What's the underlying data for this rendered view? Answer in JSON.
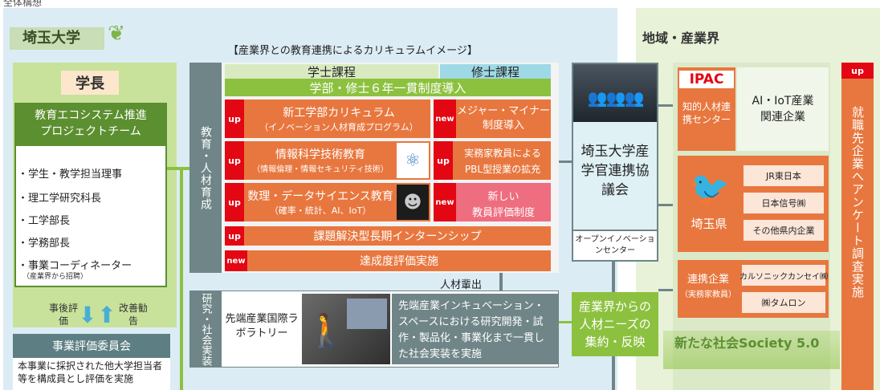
{
  "top_label": "全体構想",
  "university": {
    "name": "埼玉大学",
    "president": "学長",
    "team": "教育エコシステム推進プロジェクトチーム",
    "members": [
      "・学生・教学担当理事",
      "・理工学研究科長",
      "・工学部長",
      "・学務部長",
      "・事業コーディネーター"
    ],
    "coordinator_note": "（産業界から招聘）",
    "arrow_up_label": "事後評価",
    "arrow_down_label": "改善勧告",
    "committee": "事業評価委員会",
    "committee_desc": "本事業に採択された他大学担当者等を構成員とし評価を実施"
  },
  "curriculum": {
    "heading": "【産業界との教育連携によるカリキュラムイメージ】",
    "bachelor": "学士課程",
    "master": "修士課程",
    "integrated": "学部・修士６年一貫制度導入",
    "side_label": "教育・人材育成",
    "rows": [
      {
        "tag": "up",
        "title": "新工学部カリキュラム",
        "sub": "（イノベーション人材育成プログラム）"
      },
      {
        "tag": "up",
        "title": "情報科学技術教育",
        "sub": "（情報倫理・情報セキュリティ技術）"
      },
      {
        "tag": "up",
        "title": "数理・データサイエンス教育",
        "sub": "（確率・統計、AI、IoT）"
      }
    ],
    "right_rows": [
      {
        "tag": "new",
        "title": "メジャー・マイナー制度導入"
      },
      {
        "tag": "up",
        "title": "実務家教員による",
        "sub": "PBL型授業の拡充"
      },
      {
        "tag": "new",
        "title": "新しい",
        "sub": "教員評価制度"
      }
    ],
    "internship": {
      "tag": "up",
      "title": "課題解決型長期インターンシップ"
    },
    "evaluation": {
      "tag": "new",
      "title": "達成度評価実施"
    },
    "output_label": "人材輩出"
  },
  "research": {
    "side_label": "研究・社会実装",
    "lab": "先端産業国際ラボラトリー",
    "desc": "先端産業インキュベーション・スペースにおける研究開発・試作・製品化・事業化まで一貫した社会実装を実施"
  },
  "council": {
    "title": "埼玉大学産学官連携協議会",
    "open_innovation": "オープンイノベーションセンター",
    "needs": "産業界からの人材ニーズの集約・反映"
  },
  "region": {
    "title": "地域・産業界",
    "ipac": "IPAC",
    "ipac_desc": "知的人材連携センター",
    "ai_iot": "AI・IoT産業関連企業",
    "prefecture": "埼玉県",
    "companies": [
      "JR東日本",
      "日本信号㈱",
      "その他県内企業"
    ],
    "partner": "連携企業",
    "partner_note": "（実務家教員）",
    "partner_companies": [
      "カルソニックカンセイ㈱",
      "㈱タムロン"
    ],
    "society": "新たな社会Society 5.0",
    "survey_tag": "up",
    "survey": "就職先企業へアンケート調査実施"
  },
  "colors": {
    "orange": "#e8773f",
    "red": "#e30613",
    "green": "#8cc13f",
    "slate": "#6f8587",
    "cyan": "#9fd9e6"
  }
}
